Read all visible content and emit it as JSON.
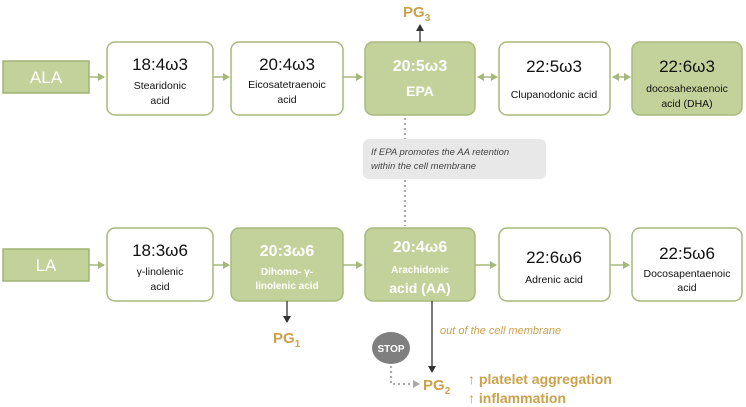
{
  "top_row": {
    "start": "ALA",
    "boxes": [
      {
        "formula": "18:4ω3",
        "name1": "Stearidonic",
        "name2": "acid"
      },
      {
        "formula": "20:4ω3",
        "name1": "Eicosatetraenoic",
        "name2": "acid"
      },
      {
        "formula": "20:5ω3",
        "name1": "EPA",
        "name2": ""
      },
      {
        "formula": "22:5ω3",
        "name1": "Clupanodonic acid",
        "name2": ""
      },
      {
        "formula": "22:6ω3",
        "name1": "docosahexaenoic",
        "name2": "acid (DHA)"
      }
    ],
    "product": {
      "main": "PG",
      "sub": "3"
    }
  },
  "bottom_row": {
    "start": "LA",
    "boxes": [
      {
        "formula": "18:3ω6",
        "name1": "γ-linolenic",
        "name2": "acid",
        "name3": ""
      },
      {
        "formula": "20:3ω6",
        "name1": "Dihomo- γ-",
        "name2": "linolenic acid",
        "name3": ""
      },
      {
        "formula": "20:4ω6",
        "name1": "Arachidonic",
        "name2": "acid (AA)",
        "name3": ""
      },
      {
        "formula": "22:6ω6",
        "name1": "Adrenic acid",
        "name2": "",
        "name3": ""
      },
      {
        "formula": "22:5ω6",
        "name1": "Docosapentaenoic",
        "name2": "acid",
        "name3": ""
      }
    ],
    "pg1": {
      "main": "PG",
      "sub": "1"
    },
    "pg2": {
      "main": "PG",
      "sub": "2"
    }
  },
  "note": {
    "line1": "If EPA promotes the AA retention",
    "line2": "within the cell membrane"
  },
  "stop_label": "STOP",
  "membrane_text": "out of the cell membrane",
  "effects": [
    "↑ platelet aggregation",
    "↑ inflammation"
  ],
  "colors": {
    "green_fill": "#c3d29b",
    "green_stroke": "#a7b97a",
    "gold": "#c9a24b",
    "stop": "#7f7f7f"
  }
}
